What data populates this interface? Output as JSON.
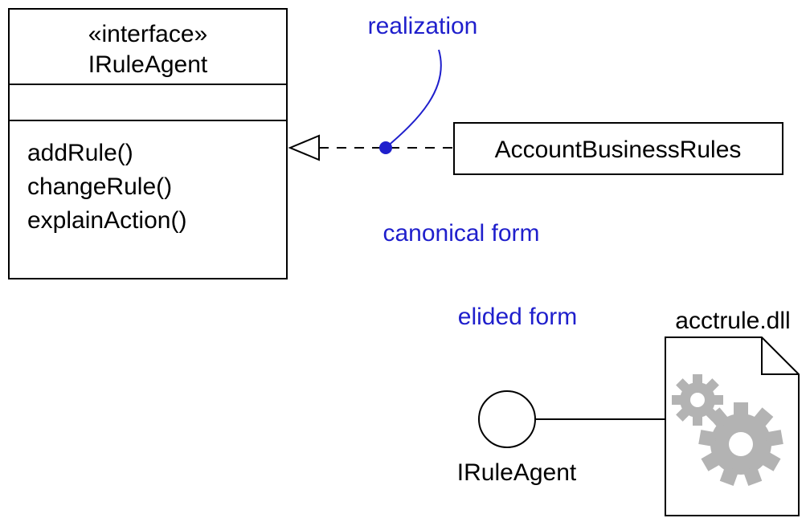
{
  "interface_class": {
    "stereotype": "«interface»",
    "name": "IRuleAgent",
    "operations": [
      "addRule()",
      "changeRule()",
      "explainAction()"
    ]
  },
  "implementing_class": {
    "name": "AccountBusinessRules"
  },
  "annotations": {
    "realization": "realization",
    "canonical_form": "canonical form",
    "elided_form": "elided form"
  },
  "lollipop": {
    "label": "IRuleAgent"
  },
  "component": {
    "name": "acctrule.dll",
    "icon": "gears-icon"
  },
  "colors": {
    "annotation": "#1f1fcc",
    "gear": "#b3b3b3",
    "line": "#000000"
  }
}
